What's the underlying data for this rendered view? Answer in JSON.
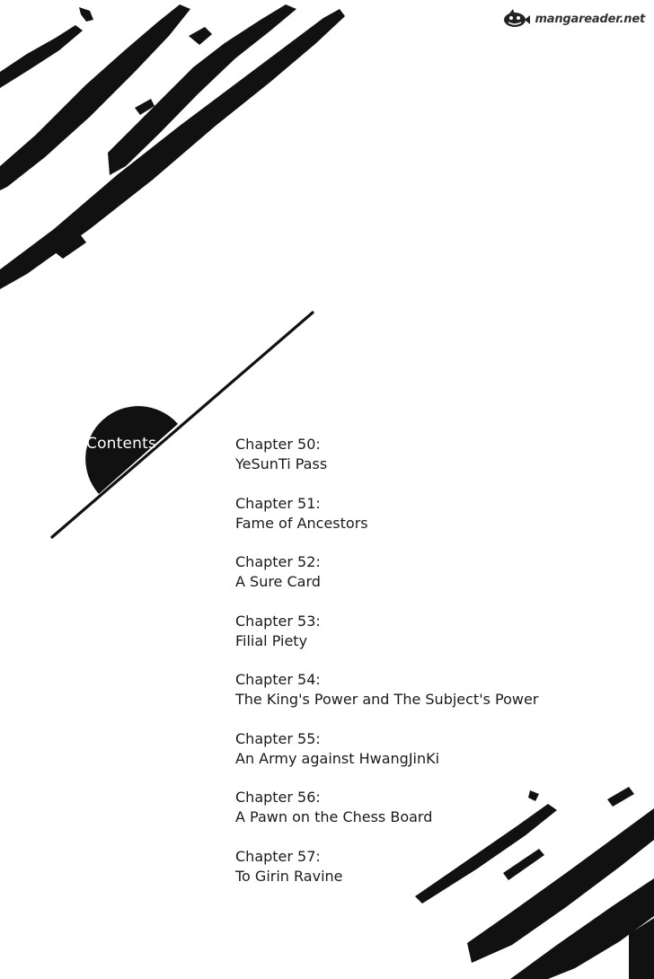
{
  "watermark": {
    "text": "mangareader.net",
    "logo_icon": "shark-mascot-icon"
  },
  "contents": {
    "label": "Contents"
  },
  "toc": [
    {
      "chapter": "Chapter 50:",
      "title": "YeSunTi Pass"
    },
    {
      "chapter": "Chapter 51:",
      "title": "Fame of Ancestors"
    },
    {
      "chapter": "Chapter 52:",
      "title": "A Sure Card"
    },
    {
      "chapter": "Chapter 53:",
      "title": "Filial Piety"
    },
    {
      "chapter": "Chapter 54:",
      "title": "The King's Power and The Subject's Power"
    },
    {
      "chapter": "Chapter 55:",
      "title": "An Army against HwangJinKi"
    },
    {
      "chapter": "Chapter 56:",
      "title": "A Pawn on the Chess Board"
    },
    {
      "chapter": "Chapter 57:",
      "title": "To Girin Ravine"
    }
  ],
  "colors": {
    "ink": "#111111",
    "paper": "#ffffff",
    "text": "#1a1a1a"
  }
}
